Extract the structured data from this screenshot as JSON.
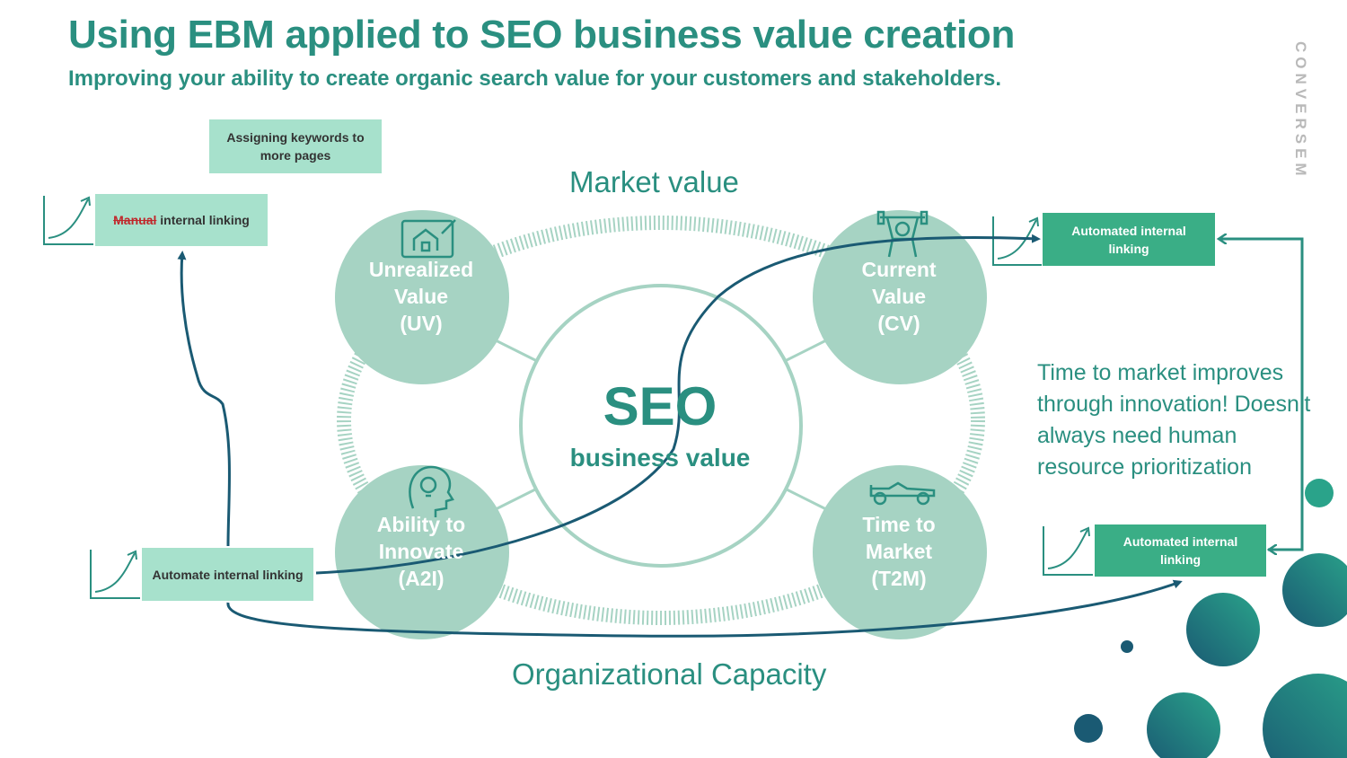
{
  "header": {
    "title": "Using EBM applied to SEO business value creation",
    "subtitle": "Improving your ability to create organic search value for your customers and stakeholders.",
    "brand": "CONVERSEM"
  },
  "diagram": {
    "center_title": "SEO",
    "center_subtitle": "business value",
    "top_label": "Market value",
    "bottom_label": "Organizational Capacity",
    "circles": {
      "uv": {
        "lines": [
          "Unrealized",
          "Value",
          "(UV)"
        ],
        "icon": "house-blueprint-icon"
      },
      "cv": {
        "lines": [
          "Current",
          "Value",
          "(CV)"
        ],
        "icon": "weightlifter-icon"
      },
      "a2i": {
        "lines": [
          "Ability to",
          "Innovate",
          "(A2I)"
        ],
        "icon": "head-lightbulb-icon"
      },
      "t2m": {
        "lines": [
          "Time to",
          "Market",
          "(T2M)"
        ],
        "icon": "race-car-icon"
      }
    }
  },
  "boxes": {
    "keywords": "Assigning keywords to more pages",
    "manual_struck": "Manual",
    "manual_rest": " internal linking",
    "automate": "Automate internal linking",
    "automated_top": "Automated internal linking",
    "automated_bottom": "Automated internal linking"
  },
  "note": "Time to market improves through innovation! Doesn’t always need human resource prioritization",
  "colors": {
    "primary_teal": "#2a8f80",
    "circle_fill": "#a6d3c3",
    "light_box": "#a7e1cc",
    "dark_box": "#3aae86",
    "arrow": "#1a5a73",
    "strike": "#c0282c"
  }
}
